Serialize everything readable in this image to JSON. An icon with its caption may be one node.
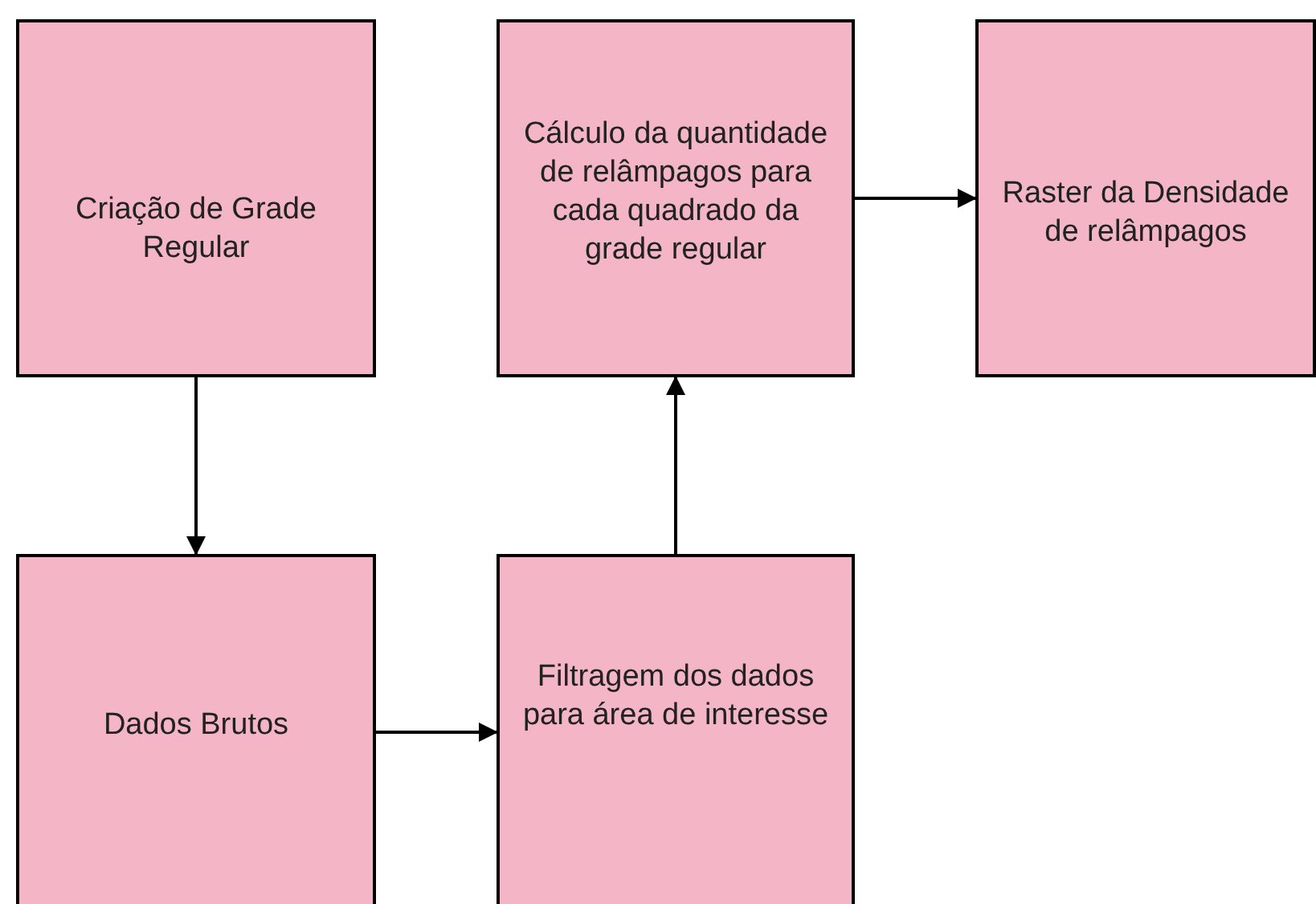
{
  "diagram": {
    "nodes": [
      {
        "text": [
          "Criação de Grade Regular"
        ]
      },
      {
        "text": [
          "Cálculo da quantidade de relâmpagos para cada quadrado da grade regular"
        ]
      },
      {
        "text": [
          "Raster da Densidade de relâmpagos"
        ]
      },
      {
        "text": [
          "Dados Brutos"
        ]
      },
      {
        "text": [
          "Filtragem dos dados para área de interesse"
        ]
      }
    ],
    "edges": [
      {
        "from": 0,
        "to": 3,
        "arrow": "to"
      },
      {
        "from": 3,
        "to": 4,
        "arrow": "to"
      },
      {
        "from": 4,
        "to": 1,
        "arrow": "to"
      },
      {
        "from": 1,
        "to": 2,
        "arrow": "to"
      }
    ]
  }
}
